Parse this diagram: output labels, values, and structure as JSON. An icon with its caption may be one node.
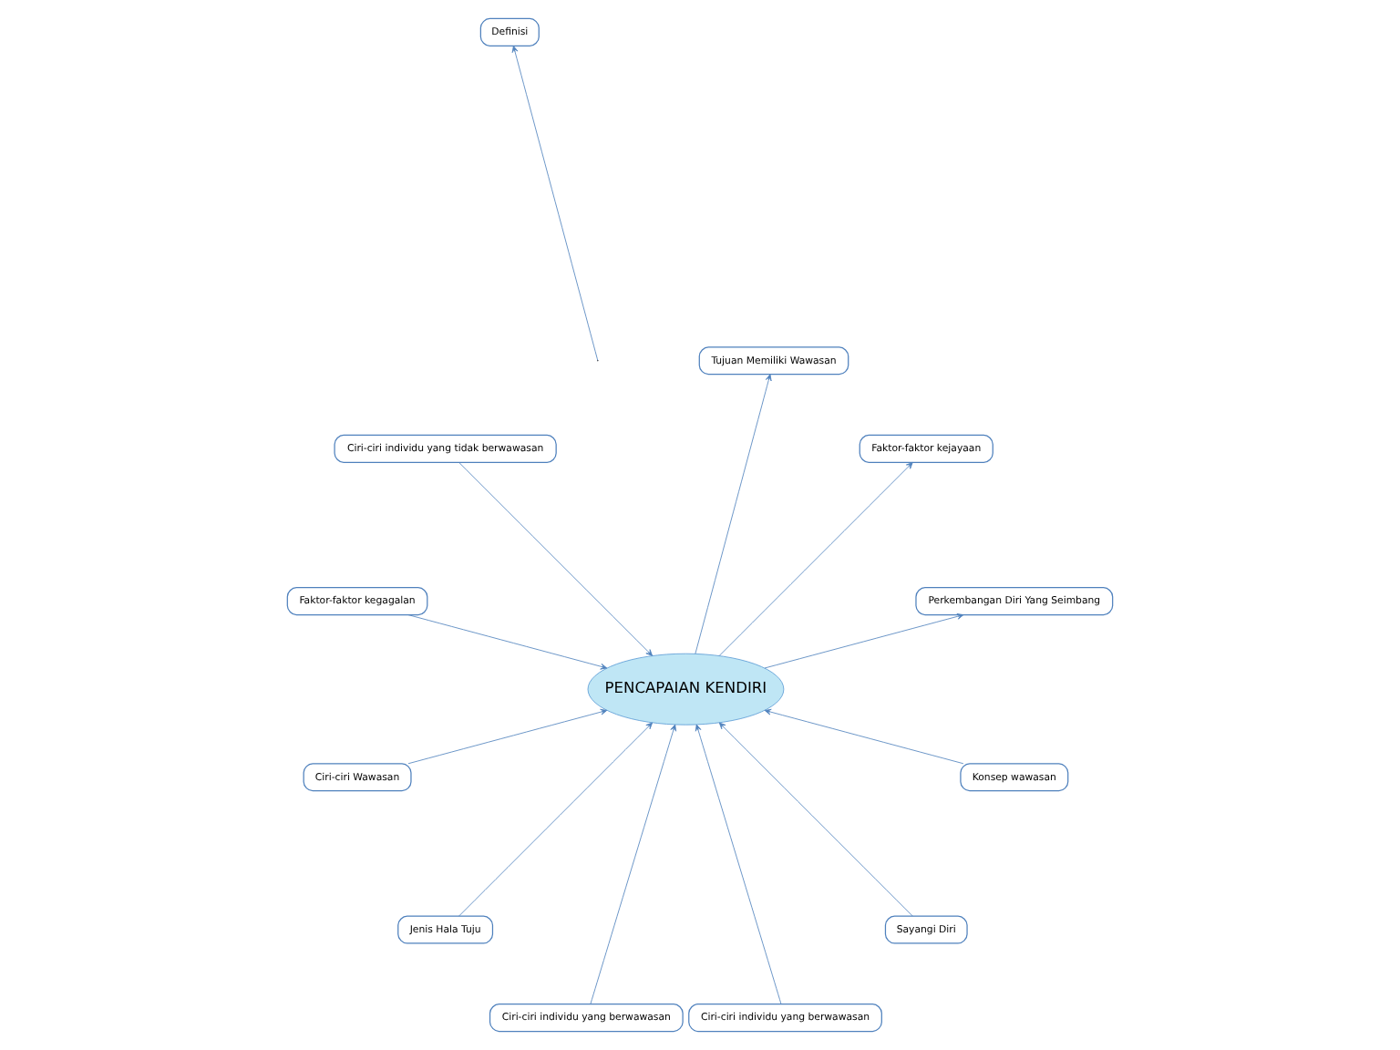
{
  "diagram": {
    "nodes": [
      {
        "text": [
          "Ciri-ciri individu yang tidak berwawasan"
        ]
      },
      {
        "text": [
          "Faktor-faktor kegagalan"
        ]
      },
      {
        "text": [
          "Ciri-ciri Wawasan"
        ]
      },
      {
        "text": [
          "Definisi"
        ]
      },
      {
        "text": [
          "Jenis Hala Tuju"
        ]
      },
      {
        "text": [
          "Perkembangan Diri Yang Seimbang"
        ]
      },
      {
        "text": [
          "PENCAPAIAN KENDIRI"
        ]
      },
      {
        "text": [
          "Faktor-faktor kejayaan"
        ]
      },
      {
        "text": [
          "Ciri-ciri individu yang berwawasan"
        ]
      },
      {
        "text": [
          "Ciri-ciri individu yang berwawasan"
        ]
      },
      {
        "text": [
          "Tujuan Memiliki Wawasan"
        ]
      },
      {
        "text": [
          "Sayangi Diri"
        ]
      },
      {
        "text": [
          "Konsep wawasan"
        ]
      }
    ],
    "edges": [
      {
        "from": 0,
        "to": 6,
        "arrow": "to"
      },
      {
        "from": 1,
        "to": 6,
        "arrow": "to"
      },
      {
        "from": 2,
        "to": 6,
        "arrow": "to"
      },
      {
        "from": null,
        "to": 3,
        "arrow": "to"
      },
      {
        "from": 4,
        "to": 6,
        "arrow": "to"
      },
      {
        "from": 6,
        "to": 5,
        "arrow": "to"
      },
      {
        "from": 6,
        "to": 7,
        "arrow": "to"
      },
      {
        "from": 8,
        "to": 6,
        "arrow": "to"
      },
      {
        "from": 9,
        "to": 6,
        "arrow": "to"
      },
      {
        "from": 6,
        "to": 10,
        "arrow": "to"
      },
      {
        "from": 11,
        "to": 6,
        "arrow": "to"
      },
      {
        "from": 12,
        "to": 6,
        "arrow": "to"
      }
    ]
  }
}
